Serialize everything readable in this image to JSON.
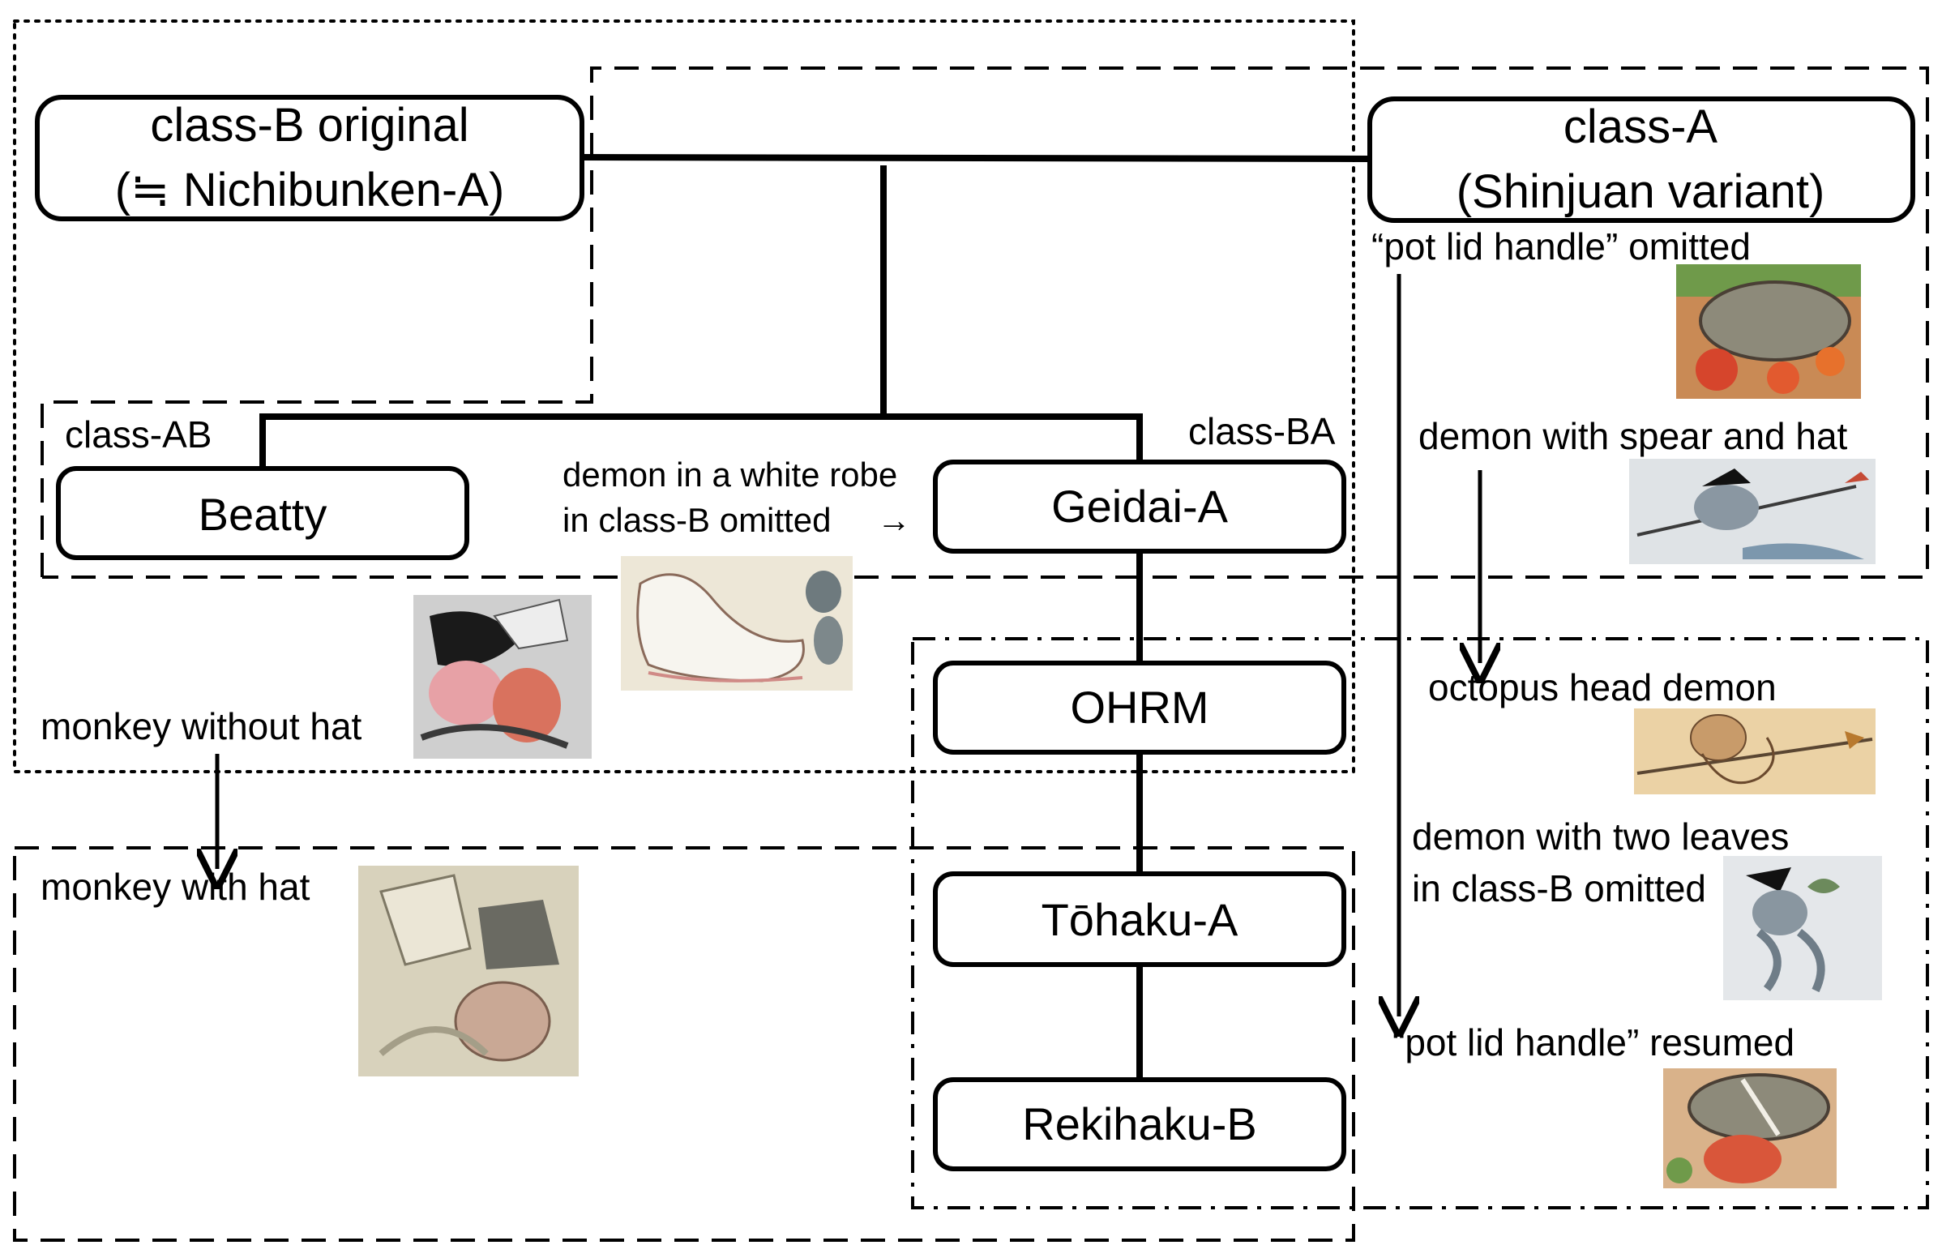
{
  "nodes": {
    "class_b_original": {
      "line1": "class-B original",
      "line2": "(≒ Nichibunken-A)"
    },
    "class_a": {
      "line1": "class-A",
      "line2": "(Shinjuan variant)"
    },
    "beatty": "Beatty",
    "geidai_a": "Geidai-A",
    "ohrm": "OHRM",
    "tohaku_a": "Tōhaku-A",
    "rekihaku_b": "Rekihaku-B"
  },
  "groups": {
    "class_ab": "class-AB",
    "class_ba": "class-BA"
  },
  "annotations": {
    "white_robe_line1": "demon in a white robe",
    "white_robe_line2": "in class-B omitted",
    "white_robe_arrow": "→",
    "monkey_without_hat": "monkey without hat",
    "monkey_with_hat": "monkey with hat",
    "pot_lid_omitted": "“pot lid handle” omitted",
    "spear_and_hat": "demon with spear and hat",
    "octopus_head": "octopus head demon",
    "two_leaves_line1": "demon with two leaves",
    "two_leaves_line2": "in class-B omitted",
    "pot_lid_resumed": "“pot lid handle” resumed"
  }
}
